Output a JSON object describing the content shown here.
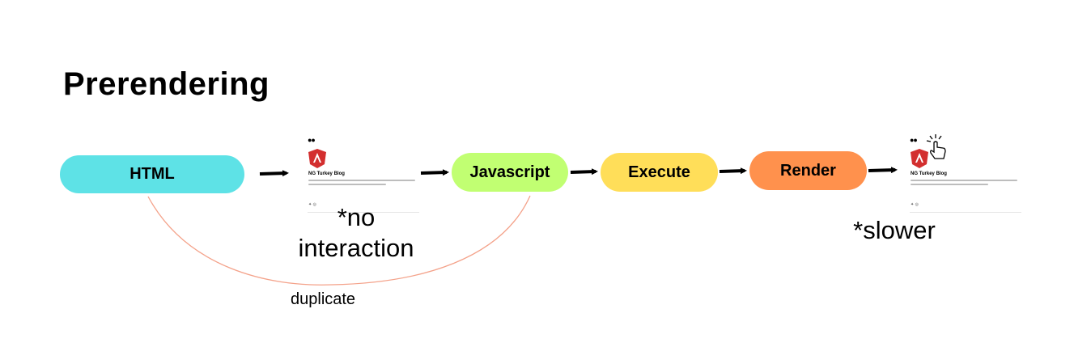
{
  "title": "Prerendering",
  "nodes": {
    "html": {
      "label": "HTML",
      "color": "#5ee2e6"
    },
    "javascript": {
      "label": "Javascript",
      "color": "#c1ff72"
    },
    "execute": {
      "label": "Execute",
      "color": "#ffde59"
    },
    "render": {
      "label": "Render",
      "color": "#ff914d"
    }
  },
  "preview": {
    "blog_title": "NG Turkey Blog"
  },
  "notes": {
    "no_interaction_line1": "*no",
    "no_interaction_line2": "interaction",
    "slower": "*slower"
  },
  "arc_label": "duplicate",
  "colors": {
    "arc": "#f4a28a",
    "arrow": "#000000"
  }
}
